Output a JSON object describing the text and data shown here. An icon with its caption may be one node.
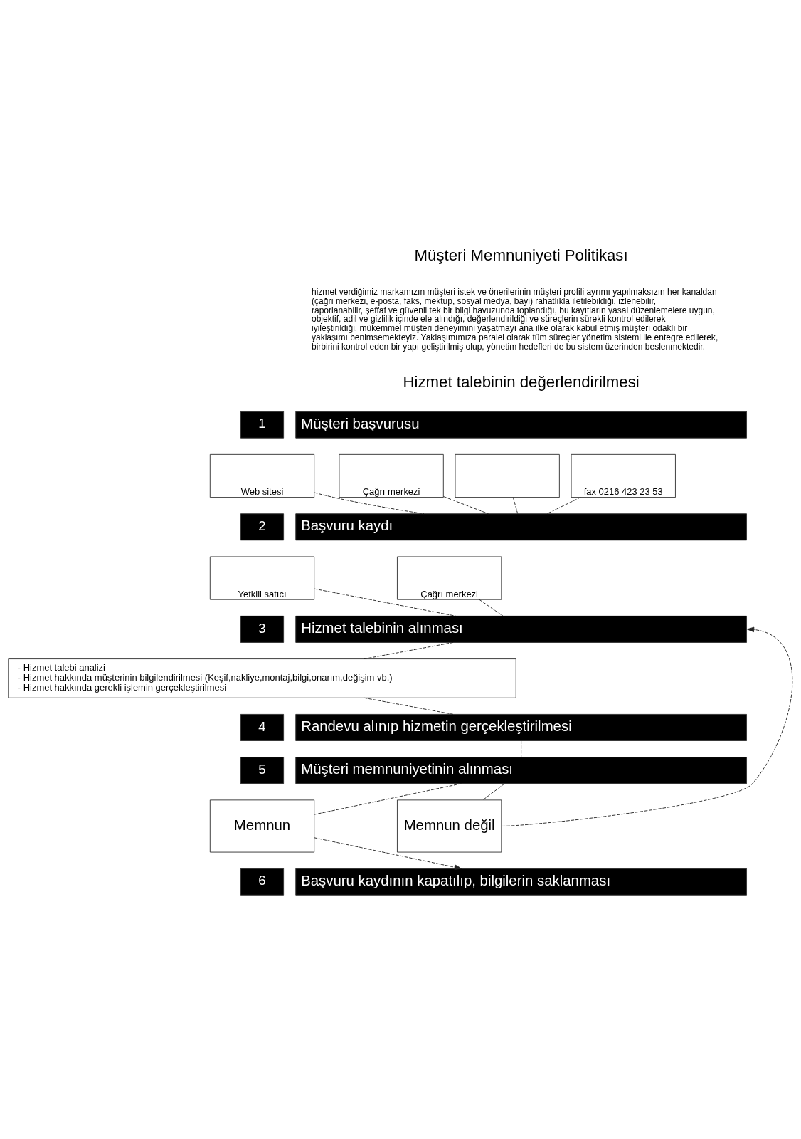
{
  "diagram": {
    "nodes": [
      {
        "text": [
          "1"
        ]
      },
      {
        "text": [
          "Müşteri başvurusu"
        ]
      },
      {
        "text": [
          "Web sitesi"
        ]
      },
      {
        "text": [
          "Çağrı merkezi"
        ]
      },
      {
        "text": [],
        "shape": "box"
      },
      {
        "text": [
          "fax 0216 423 23 53"
        ]
      },
      {
        "text": [
          "2"
        ]
      },
      {
        "text": [
          "Başvuru kaydı"
        ]
      },
      {
        "text": [
          "Yetkili satıcı"
        ]
      },
      {
        "text": [
          "Çağrı merkezi"
        ]
      },
      {
        "text": [
          "3"
        ]
      },
      {
        "text": [
          "Hizmet talebinin alınması"
        ]
      },
      {
        "text": [
          "- Hizmet talebi analizi",
          "- Hizmet hakkında müşterinin bilgilendirilmesi (Keşif,nakliye,montaj,bilgi,onarım,değişim vb.)",
          "- Hizmet hakkında gerekli işlemin gerçekleştirilmesi"
        ]
      },
      {
        "text": [
          "4"
        ]
      },
      {
        "text": [
          "Randevu alınıp hizmetin gerçekleştirilmesi"
        ]
      },
      {
        "text": [
          "5"
        ]
      },
      {
        "text": [
          "Müşteri memnuniyetinin alınması"
        ]
      },
      {
        "text": [
          "Memnun"
        ]
      },
      {
        "text": [
          "Memnun değil"
        ]
      },
      {
        "text": [
          "6"
        ]
      },
      {
        "text": [
          "Başvuru kaydının kapatılıp, bilgilerin saklanması"
        ]
      }
    ],
    "edges": [
      {
        "from": 2,
        "to": 7,
        "arrow": "none",
        "style": "dashed"
      },
      {
        "from": 3,
        "to": 7,
        "arrow": "none",
        "style": "dashed"
      },
      {
        "from": 4,
        "to": 7,
        "arrow": "none",
        "style": "dashed"
      },
      {
        "from": 5,
        "to": 7,
        "arrow": "none",
        "style": "dashed"
      },
      {
        "from": 8,
        "to": 11,
        "arrow": "none",
        "style": "dashed"
      },
      {
        "from": 9,
        "to": 11,
        "arrow": "none",
        "style": "dashed"
      },
      {
        "from": 11,
        "to": 12,
        "arrow": "none",
        "style": "dashed"
      },
      {
        "from": 12,
        "to": 14,
        "arrow": "none",
        "style": "dashed"
      },
      {
        "from": 14,
        "to": 16,
        "arrow": "none",
        "style": "dashed"
      },
      {
        "from": 16,
        "to": 17,
        "arrow": "none",
        "style": "dashed"
      },
      {
        "from": 16,
        "to": 18,
        "arrow": "none",
        "style": "dashed"
      },
      {
        "from": 17,
        "to": 20,
        "arrow": "to",
        "style": "dashed"
      },
      {
        "from": 18,
        "to": 11,
        "arrow": "to",
        "style": "dashed"
      }
    ],
    "labels": [
      "Müşteri Memnuniyeti Politikası",
      "hizmet verdiğimiz markamızın müşteri istek ve önerilerinin müşteri profili ayrımı yapılmaksızın her kanaldan (çağrı merkezi, e-posta, faks, mektup, sosyal medya, bayi) rahatlıkla iletilebildiği, izlenebilir, raporlanabilir, şeffaf ve güvenli tek bir bilgi havuzunda toplandığı, bu kayıtların yasal düzenlemelere uygun, objektif, adil ve gizlilik içinde ele alındığı, değerlendirildiği ve süreçlerin sürekli kontrol edilerek iyileştirildiği, mükemmel müşteri deneyimini yaşatmayı ana ilke olarak kabul etmiş müşteri odaklı bir yaklaşımı benimsemekteyiz. Yaklaşımımıza paralel olarak tüm süreçler yönetim sistemi ile entegre edilerek, birbirini kontrol eden bir yapı geliştirilmiş olup, yönetim hedefleri de bu sistem üzerinden beslenmektedir.",
      "Hizmet talebinin değerlendirilmesi"
    ]
  }
}
